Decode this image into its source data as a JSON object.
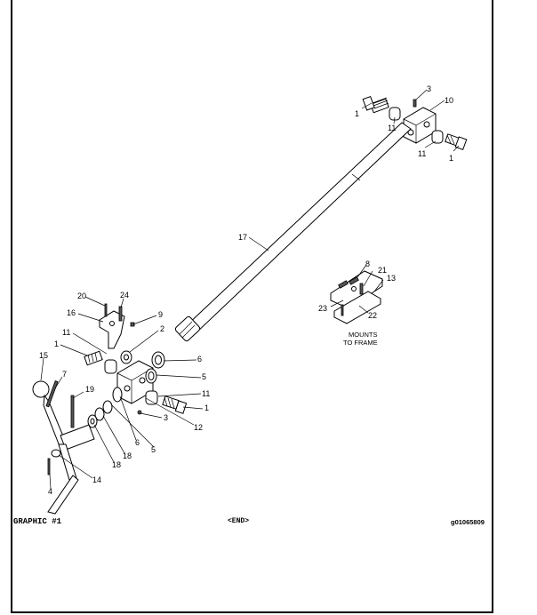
{
  "footer": {
    "graphic_label": "GRAPHIC #1",
    "end_label": "<END>",
    "graphic_id": "g01065809"
  },
  "mounts_note": {
    "line1": "MOUNTS",
    "line2": "TO FRAME"
  },
  "callouts": {
    "c1_top_left": "1",
    "c1_top_right": "1",
    "c3_top": "3",
    "c10": "10",
    "c11_top_left": "11",
    "c11_top_right": "11",
    "c17": "17",
    "c8": "8",
    "c21": "21",
    "c13": "13",
    "c23": "23",
    "c22": "22",
    "c20": "20",
    "c24": "24",
    "c16": "16",
    "c9": "9",
    "c11_mid": "11",
    "c2": "2",
    "c1_mid_left": "1",
    "c6_upper": "6",
    "c15": "15",
    "c5_upper": "5",
    "c7": "7",
    "c11_mid_right": "11",
    "c1_mid_right": "1",
    "c19": "19",
    "c3_lower": "3",
    "c12": "12",
    "c6_lower": "6",
    "c5_lower": "5",
    "c18_a": "18",
    "c18_b": "18",
    "c14": "14",
    "c4": "4"
  }
}
